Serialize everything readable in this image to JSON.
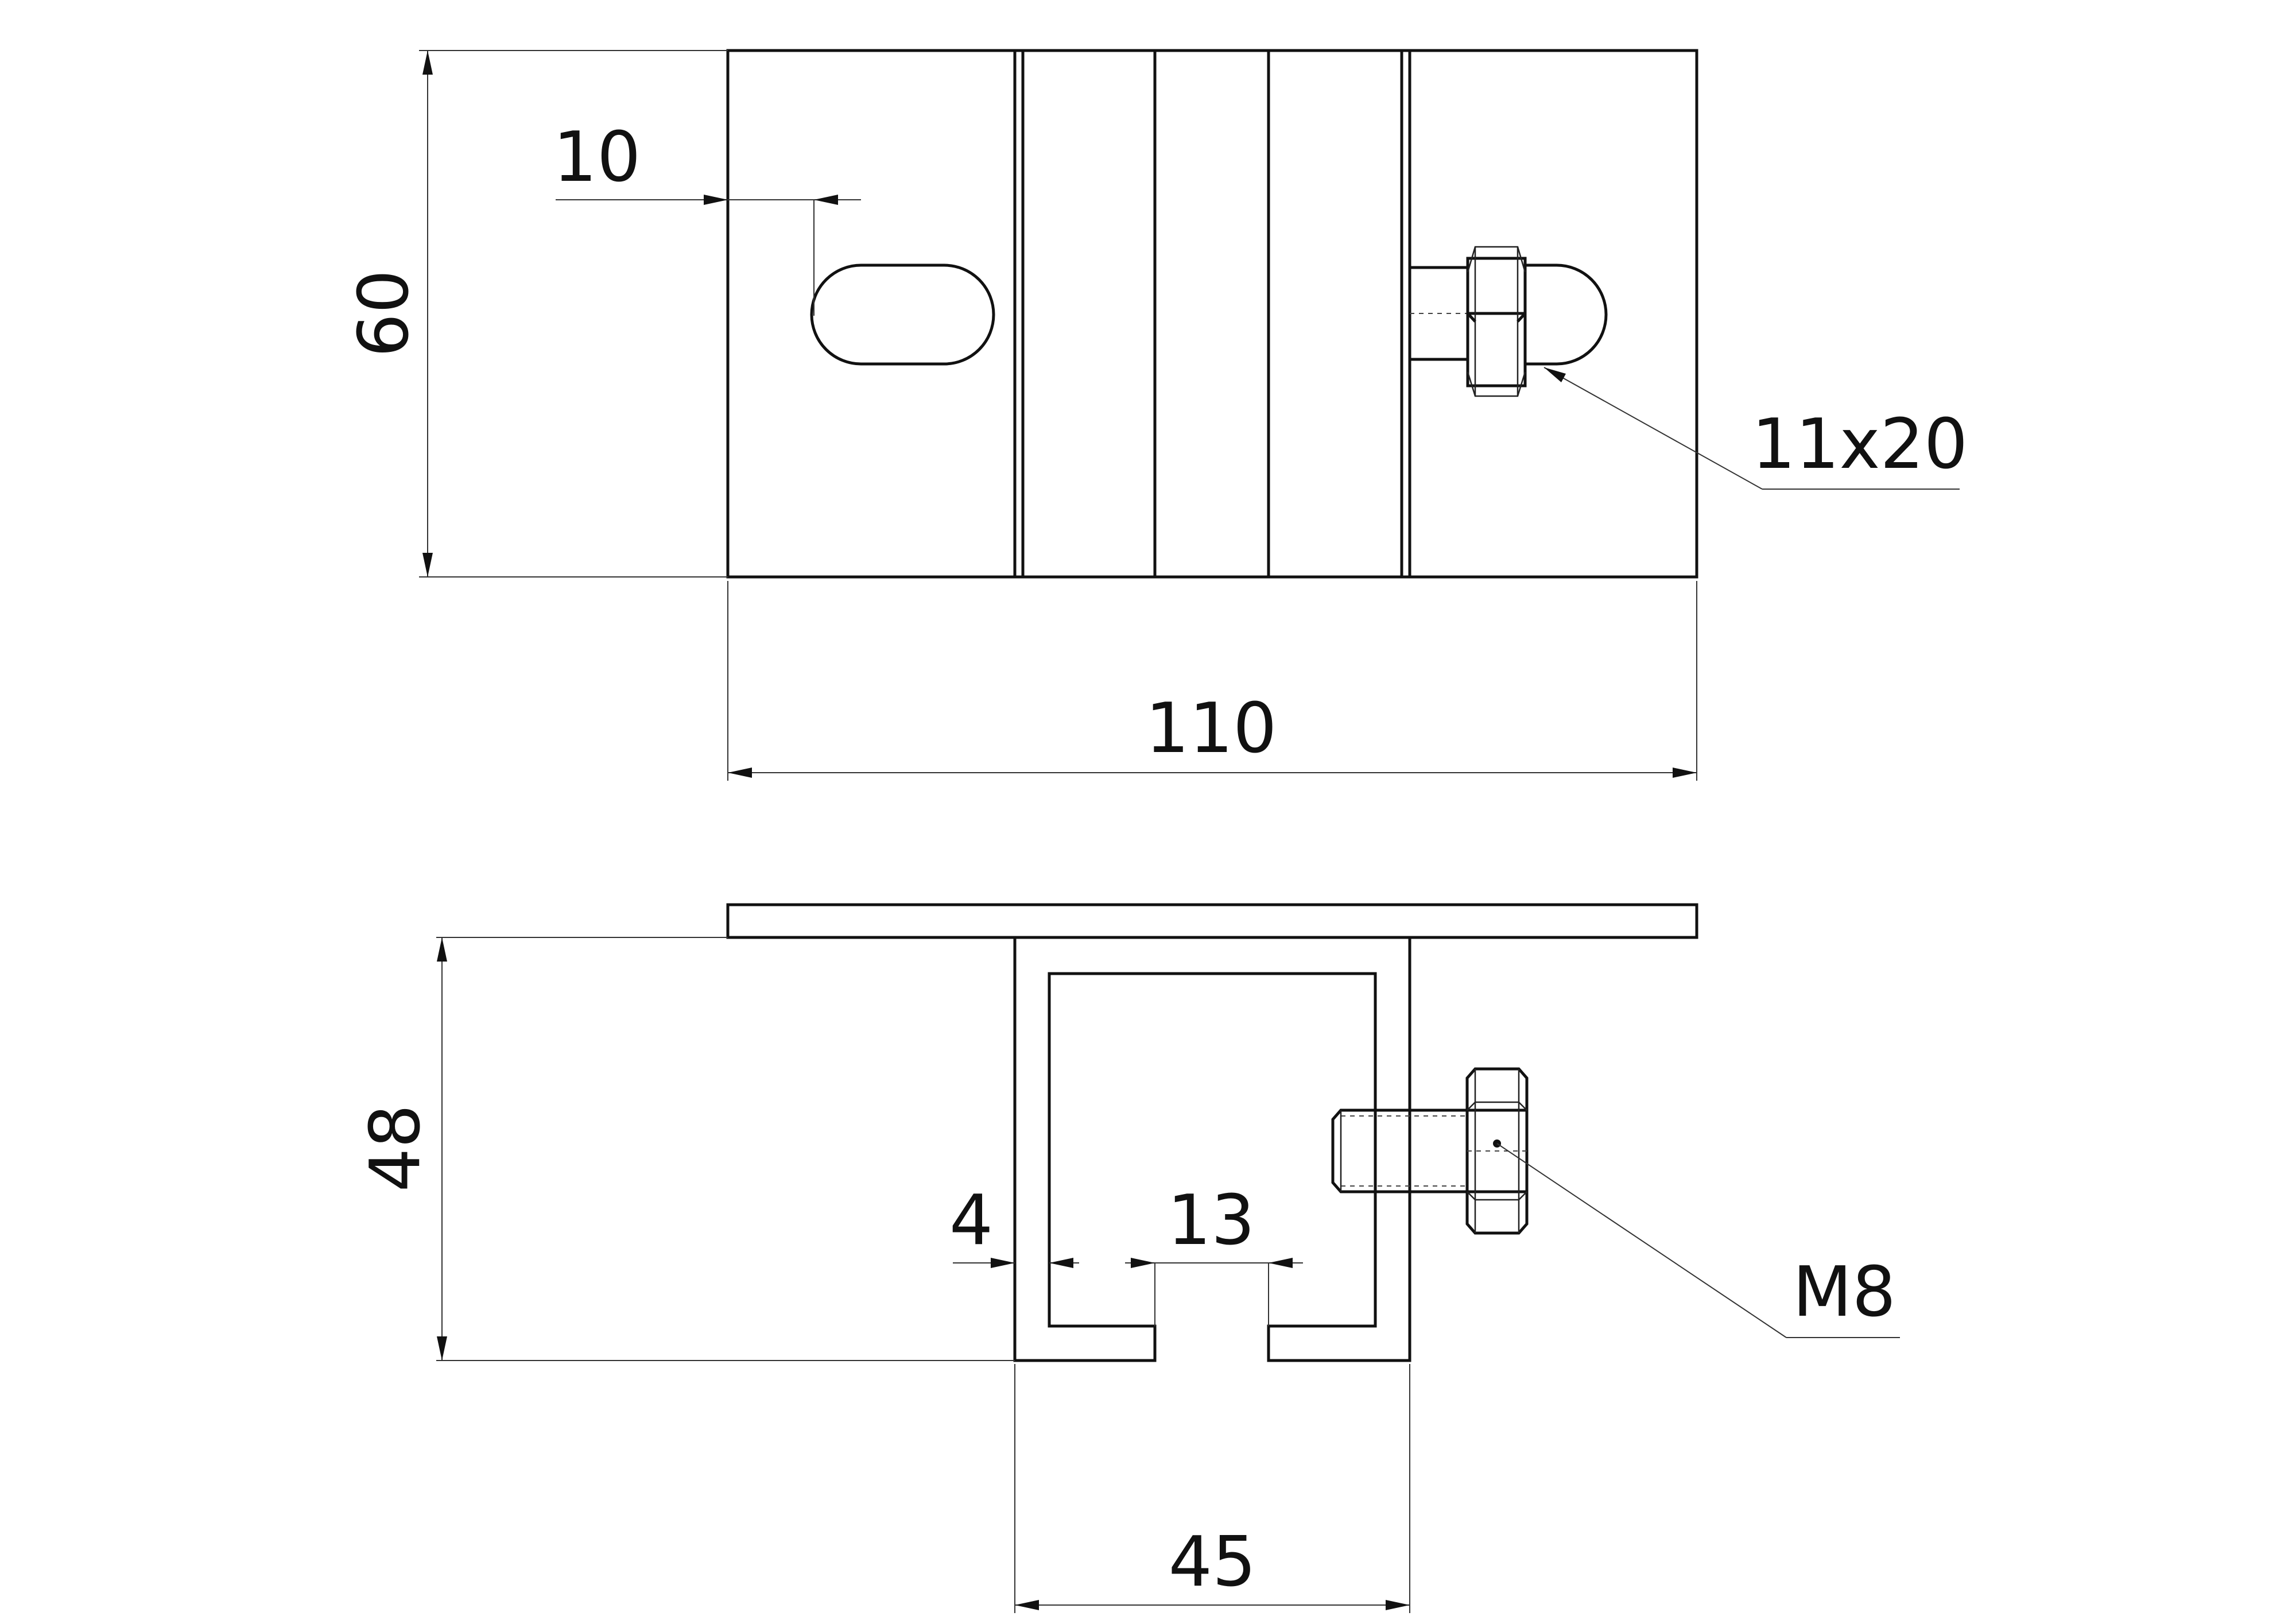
{
  "dimensions": {
    "height_top": "60",
    "slot_offset": "10",
    "slot_size": "11x20",
    "width_total": "110",
    "height_profile": "48",
    "wall_thickness": "4",
    "slot_gap": "13",
    "profile_width": "45",
    "bolt": "M8"
  },
  "colors": {
    "line": "#111111",
    "background": "#ffffff"
  }
}
